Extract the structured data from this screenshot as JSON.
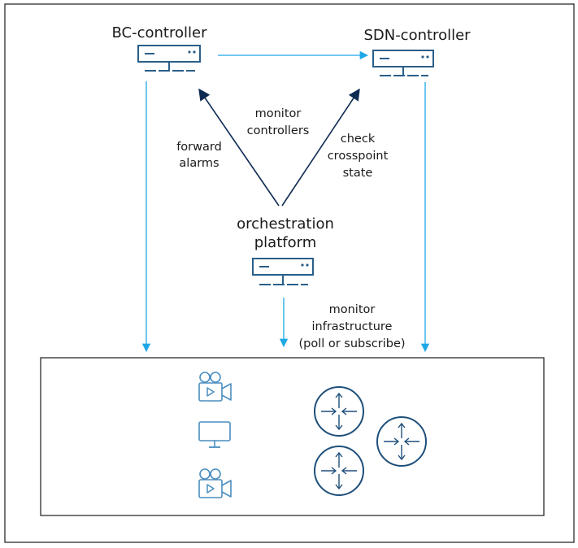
{
  "nodes": {
    "bc_controller": {
      "label": "BC-controller",
      "icon": "server-icon"
    },
    "sdn_controller": {
      "label": "SDN-controller",
      "icon": "server-icon"
    },
    "orchestration": {
      "label_line1": "orchestration",
      "label_line2": "platform",
      "icon": "server-icon"
    }
  },
  "edges": {
    "forward_alarms": {
      "line1": "forward",
      "line2": "alarms"
    },
    "monitor_controllers": {
      "line1": "monitor",
      "line2": "controllers"
    },
    "check_crosspoint": {
      "line1": "check",
      "line2": "crosspoint",
      "line3": "state"
    },
    "monitor_infrastructure": {
      "line1": "monitor",
      "line2": "infrastructure",
      "line3": "(poll or subscribe)"
    }
  },
  "infrastructure": {
    "devices": [
      "camera-icon",
      "monitor-icon",
      "camera-icon",
      "router-icon",
      "router-icon",
      "router-icon"
    ]
  },
  "colors": {
    "server_stroke": "#2a5f8a",
    "blue_arrow": "#1ea8e6",
    "navy_arrow": "#0d2a52",
    "camera_stroke": "#4a8ec0",
    "router_stroke": "#1e4f7a",
    "frame": "#1a1a1a"
  }
}
